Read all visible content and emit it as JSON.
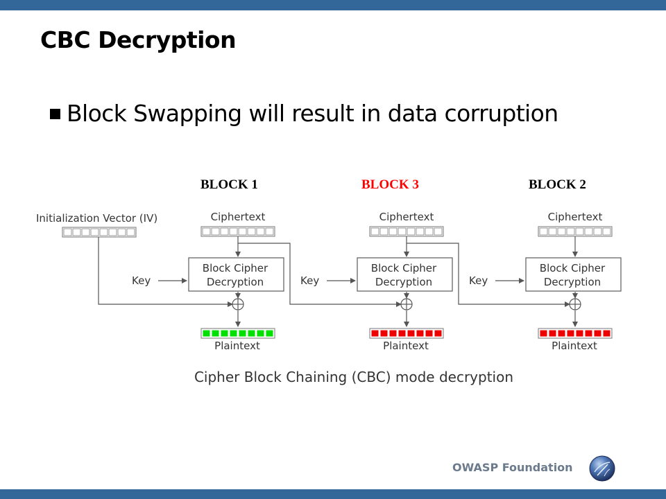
{
  "slide": {
    "title": "CBC Decryption",
    "bullet": "Block Swapping will result in data corruption",
    "footer": "OWASP Foundation"
  },
  "blocks": [
    {
      "label": "BLOCK 1",
      "color": "#000000",
      "plaintext_color": "#00e000"
    },
    {
      "label": "BLOCK 3",
      "color": "#ff0000",
      "plaintext_color": "#ee0000"
    },
    {
      "label": "BLOCK 2",
      "color": "#000000",
      "plaintext_color": "#ee0000"
    }
  ],
  "diagram": {
    "iv_label": "Initialization Vector (IV)",
    "ciphertext_label": "Ciphertext",
    "key_label": "Key",
    "cipher_box_line1": "Block Cipher",
    "cipher_box_line2": "Decryption",
    "plaintext_label": "Plaintext",
    "caption": "Cipher Block Chaining (CBC) mode decryption",
    "xor_symbol": "⊕"
  },
  "colors": {
    "header_bar": "#336699",
    "footer_text": "#6b7b8c"
  },
  "icons": {
    "logo": "owasp-globe-icon"
  }
}
